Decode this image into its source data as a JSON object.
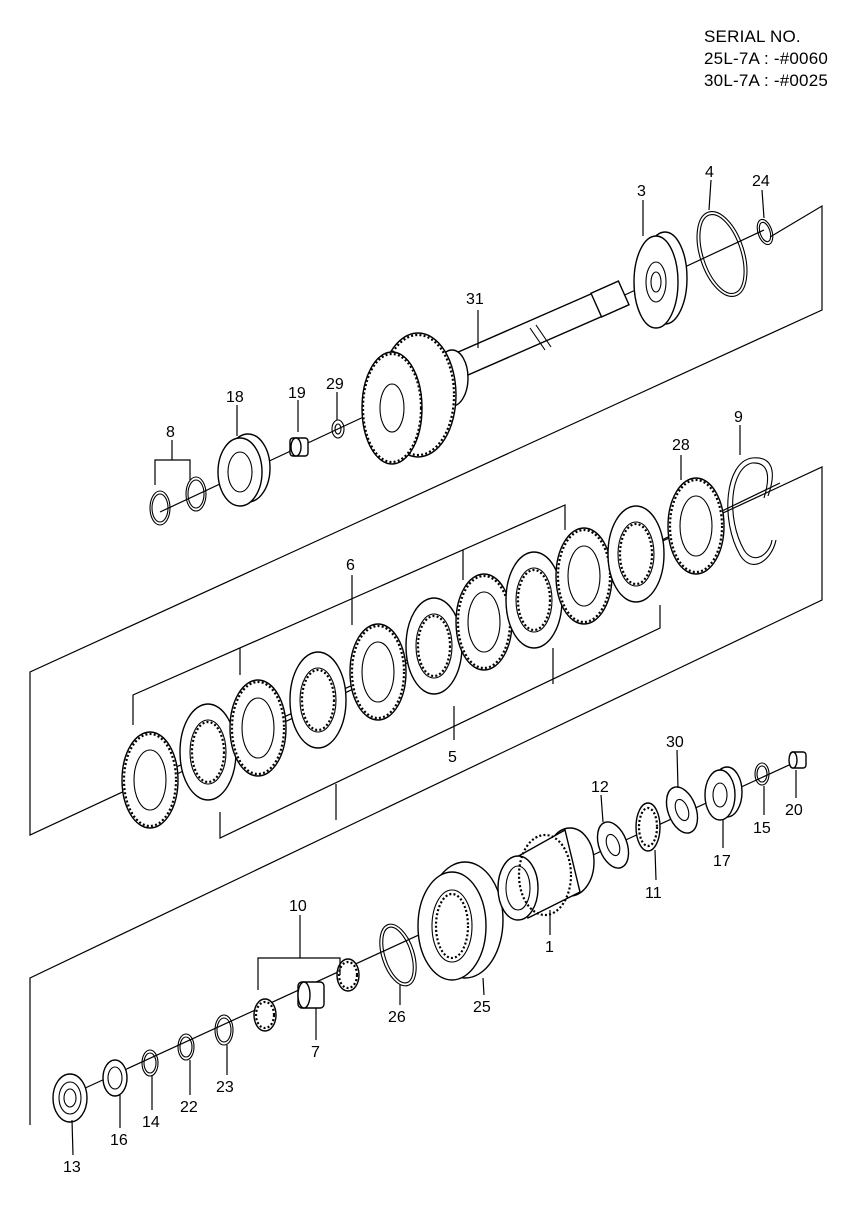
{
  "serial": {
    "heading": "SERIAL NO.",
    "lines": [
      "25L-7A : -#0060",
      "30L-7A : -#0025"
    ]
  },
  "labels": {
    "p1": "1",
    "p3": "3",
    "p4": "4",
    "p5": "5",
    "p6": "6",
    "p7": "7",
    "p8": "8",
    "p9": "9",
    "p10": "10",
    "p11": "11",
    "p12": "12",
    "p13": "13",
    "p14": "14",
    "p15": "15",
    "p16": "16",
    "p17": "17",
    "p18": "18",
    "p19": "19",
    "p20": "20",
    "p22": "22",
    "p23": "23",
    "p24": "24",
    "p25": "25",
    "p26": "26",
    "p28": "28",
    "p29": "29",
    "p30": "30",
    "p31": "31"
  }
}
